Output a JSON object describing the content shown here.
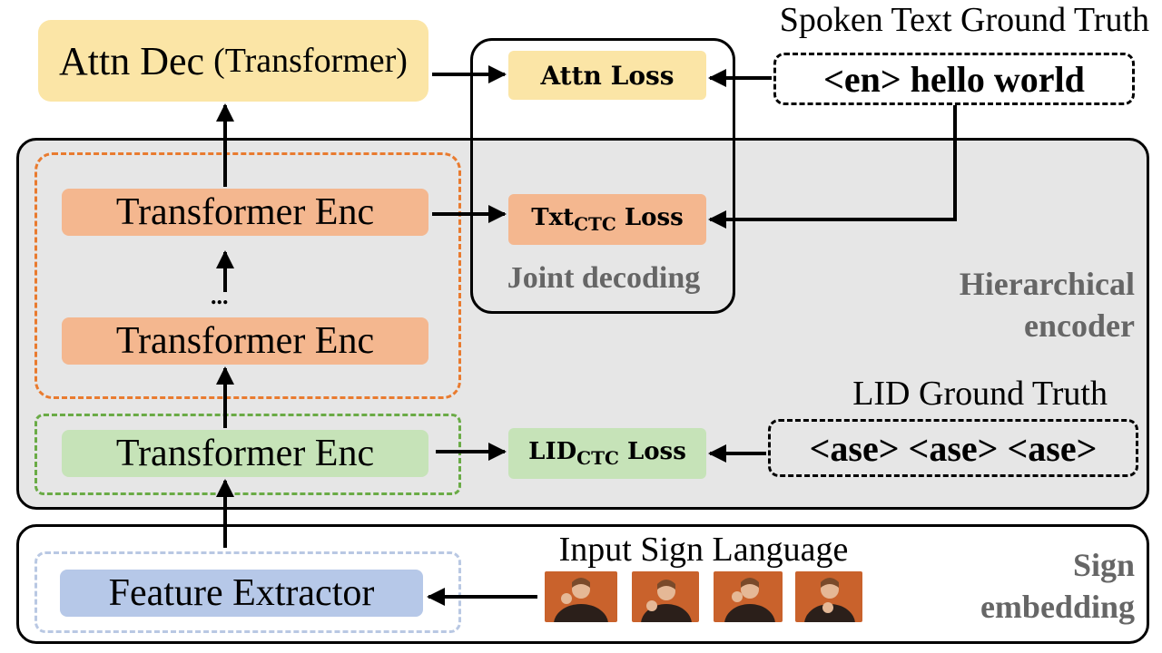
{
  "attn_decoder": {
    "main": "Attn Dec",
    "sub": "(Transformer)"
  },
  "spoken_ground_truth": {
    "title": "Spoken Text Ground Truth",
    "value": "<en> hello world"
  },
  "losses": {
    "attn": "Attn Loss",
    "txt_ctc": {
      "prefix": "Txt",
      "sub": "CTC",
      "suffix": "Loss"
    },
    "lid_ctc": {
      "prefix": "LID",
      "sub": "CTC",
      "suffix": "Loss"
    }
  },
  "joint_decoding_label": "Joint decoding",
  "encoders": {
    "top": "Transformer Enc",
    "ellipsis": "...",
    "middle": "Transformer Enc",
    "bottom": "Transformer Enc"
  },
  "hierarchical_encoder_label": {
    "line1": "Hierarchical",
    "line2": "encoder"
  },
  "lid_ground_truth": {
    "title": "LID Ground Truth",
    "value": "<ase> <ase> <ase>"
  },
  "sign_embedding": {
    "feature_extractor": "Feature Extractor",
    "input_title": "Input Sign Language",
    "label_line1": "Sign",
    "label_line2": "embedding"
  },
  "colors": {
    "attn": "#fbe5a6",
    "txt_encoder": "#f4b78f",
    "lid_encoder": "#c6e3b8",
    "feature": "#b6c8e8",
    "encoder_region": "#e6e6e6",
    "orange_dash": "#e97b2f",
    "green_dash": "#6aab46",
    "blue_dash": "#b9c8e3"
  }
}
